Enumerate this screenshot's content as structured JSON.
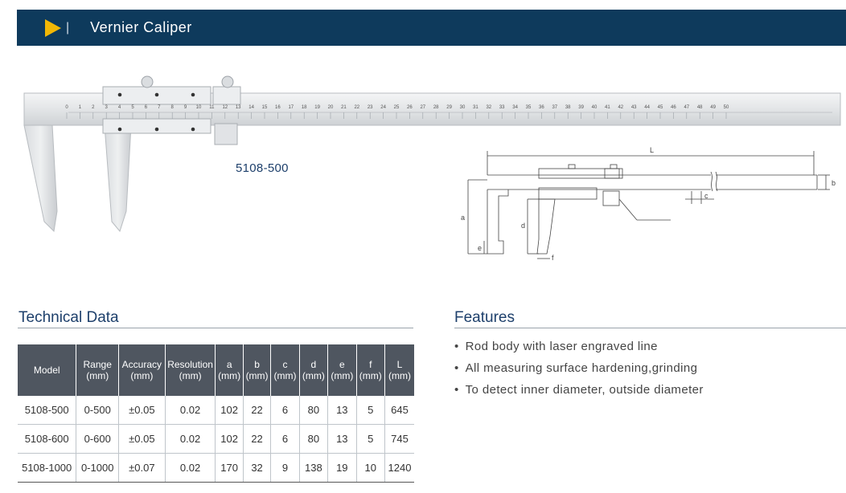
{
  "header": {
    "title": "Vernier Caliper",
    "separator": "|"
  },
  "product": {
    "model_label": "5108-500"
  },
  "drawing_labels": {
    "L": "L",
    "a": "a",
    "b": "b",
    "c": "c",
    "d": "d",
    "e": "e",
    "f": "f"
  },
  "ruler": {
    "numbers": [
      "0",
      "1",
      "2",
      "3",
      "4",
      "5",
      "6",
      "7",
      "8",
      "9",
      "10",
      "11",
      "12",
      "13",
      "14",
      "15",
      "16",
      "17",
      "18",
      "19",
      "20",
      "21",
      "22",
      "23",
      "24",
      "25",
      "26",
      "27",
      "28",
      "29",
      "30",
      "31",
      "32",
      "33",
      "34",
      "35",
      "36",
      "37",
      "38",
      "39",
      "40",
      "41",
      "42",
      "43",
      "44",
      "45",
      "46",
      "47",
      "48",
      "49",
      "50"
    ]
  },
  "technical": {
    "title": "Technical Data",
    "columns": [
      {
        "name": "Model",
        "unit": ""
      },
      {
        "name": "Range",
        "unit": "(mm)"
      },
      {
        "name": "Accuracy",
        "unit": "(mm)"
      },
      {
        "name": "Resolution",
        "unit": "(mm)"
      },
      {
        "name": "a",
        "unit": "(mm)"
      },
      {
        "name": "b",
        "unit": "(mm)"
      },
      {
        "name": "c",
        "unit": "(mm)"
      },
      {
        "name": "d",
        "unit": "(mm)"
      },
      {
        "name": "e",
        "unit": "(mm)"
      },
      {
        "name": "f",
        "unit": "(mm)"
      },
      {
        "name": "L",
        "unit": "(mm)"
      }
    ],
    "rows": [
      [
        "5108-500",
        "0-500",
        "±0.05",
        "0.02",
        "102",
        "22",
        "6",
        "80",
        "13",
        "5",
        "645"
      ],
      [
        "5108-600",
        "0-600",
        "±0.05",
        "0.02",
        "102",
        "22",
        "6",
        "80",
        "13",
        "5",
        "745"
      ],
      [
        "5108-1000",
        "0-1000",
        "±0.07",
        "0.02",
        "170",
        "32",
        "9",
        "138",
        "19",
        "10",
        "1240"
      ]
    ]
  },
  "features": {
    "title": "Features",
    "bullet": "•",
    "items": [
      "Rod body with laser engraved line",
      "All measuring surface hardening,grinding",
      "To detect inner diameter, outside diameter"
    ]
  },
  "colors": {
    "header_bg": "#0e3a5c",
    "accent": "#f2b705",
    "table_header_bg": "#4f5660",
    "title_blue": "#1d3f6b"
  }
}
